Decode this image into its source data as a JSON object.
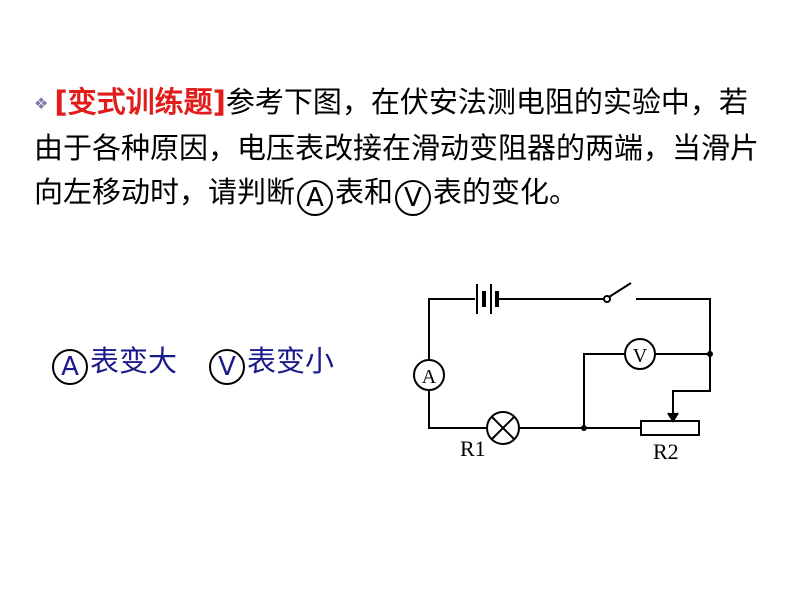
{
  "question": {
    "bullet_icon": "diamond-bullet",
    "tag": "[变式训练题]",
    "text_1": "参考下图，在伏安法测电阻的实验中，若由于各种原因，电压表改接在滑动变阻器的两端，当滑片向左移动时，请判断",
    "meter_a": "A",
    "text_2": "表和",
    "meter_v": "V",
    "text_3": "表的变化。"
  },
  "answer": {
    "meter_a": "A",
    "a_result": "表变大",
    "meter_v": "V",
    "v_result": "表变小"
  },
  "circuit": {
    "ammeter": "A",
    "voltmeter": "V",
    "r1_label": "R1",
    "r2_label": "R2"
  }
}
